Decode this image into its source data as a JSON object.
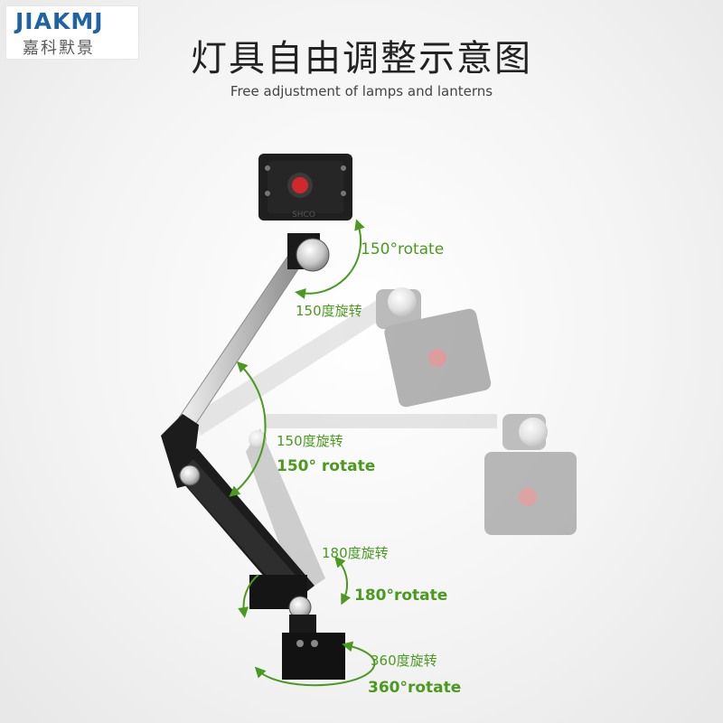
{
  "logo": {
    "brand_en": "JIAKMJ",
    "brand_cn": "嘉科默景"
  },
  "header": {
    "title_cn": "灯具自由调整示意图",
    "title_en": "Free adjustment of lamps and lanterns"
  },
  "annotations": {
    "head_rotate_en": "150°rotate",
    "head_rotate_cn": "150度旋转",
    "arm_rotate_cn": "150度旋转",
    "arm_rotate_en": "150° rotate",
    "base_hinge_cn": "180度旋转",
    "base_hinge_en": "180°rotate",
    "base_swivel_cn": "360度旋转",
    "base_swivel_en": "360°rotate"
  },
  "product_marking": "SHCO",
  "colors": {
    "accent_green": "#4a9a20",
    "brand_blue": "#1e63a8",
    "button_red": "#d0282c"
  }
}
